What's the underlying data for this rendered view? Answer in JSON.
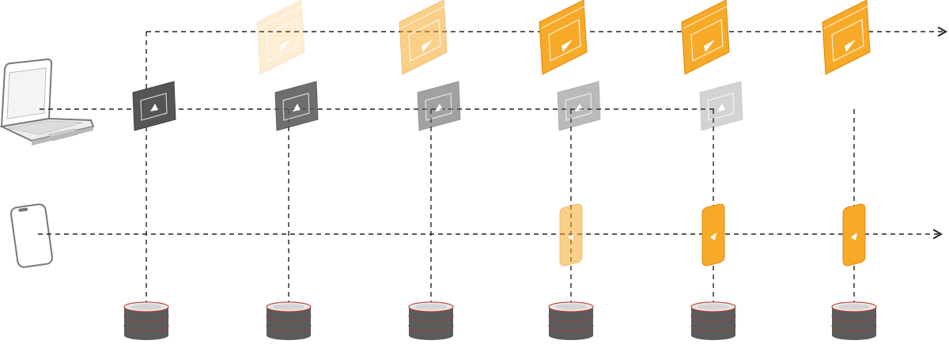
{
  "diagram": {
    "devices": [
      {
        "kind": "laptop",
        "name": "laptop-device"
      },
      {
        "kind": "phone",
        "name": "phone-device"
      }
    ],
    "columns": 6,
    "colors": {
      "line": "#222222",
      "orange": "#F7A928",
      "orange_edge": "#E38A12",
      "db_body": "#5b5b5b",
      "db_gap": "#ffffff",
      "db_rim": "#c0392b"
    },
    "legacy_video_opacity": [
      1.0,
      0.85,
      0.55,
      0.4,
      0.25,
      0
    ],
    "web_player_opacity": [
      0,
      0.2,
      0.55,
      1.0,
      1.0,
      1.0
    ],
    "mobile_player_opacity": [
      0,
      0,
      0,
      0.55,
      1.0,
      1.0
    ],
    "icons": [
      "laptop-icon",
      "phone-icon",
      "video-player-icon",
      "database-icon",
      "arrow-right-icon"
    ]
  }
}
